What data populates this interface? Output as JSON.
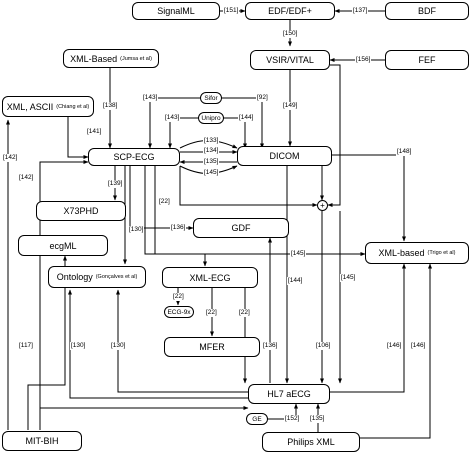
{
  "nodes": {
    "signalml": {
      "label": "SignalML"
    },
    "edf": {
      "label": "EDF/EDF+"
    },
    "bdf": {
      "label": "BDF"
    },
    "xml_based_jumsa": {
      "label": "XML-Based",
      "sub": "(Jumsa et al)"
    },
    "vsir": {
      "label": "VSIR/VITAL"
    },
    "fef": {
      "label": "FEF"
    },
    "xml_ascii": {
      "label": "XML, ASCII",
      "sub": "(Chiang et al)"
    },
    "sifor": {
      "label": "Sifor"
    },
    "unipro": {
      "label": "Unipro"
    },
    "scp_ecg": {
      "label": "SCP-ECG"
    },
    "dicom": {
      "label": "DICOM"
    },
    "x73phd": {
      "label": "X73PHD"
    },
    "ecgml": {
      "label": "ecgML"
    },
    "gdf": {
      "label": "GDF"
    },
    "xml_based_trigo": {
      "label": "XML-based",
      "sub": "(Trigo et al)"
    },
    "ontology": {
      "label": "Ontology",
      "sub": "(Gonçalves et al)"
    },
    "xml_ecg": {
      "label": "XML-ECG"
    },
    "ecg_9x": {
      "label": "ECG-9x"
    },
    "mfer": {
      "label": "MFER"
    },
    "hl7": {
      "label": "HL7 aECG"
    },
    "ge": {
      "label": "GE"
    },
    "mit_bih": {
      "label": "MIT-BIH"
    },
    "philips": {
      "label": "Philips XML"
    }
  },
  "junction": {
    "symbol": "+"
  },
  "edge_labels": {
    "e151": "[151]",
    "e137": "[137]",
    "e150": "[150]",
    "e156": "[156]",
    "e138": "[138]",
    "e143a": "[143]",
    "e92": "[92]",
    "e149": "[149]",
    "e141": "[141]",
    "e143b": "[143]",
    "e144a": "[144]",
    "e133": "[133]",
    "e134": "[134]",
    "e135": "[135]",
    "e145a": "[145]",
    "e148": "[148]",
    "e142a": "[142]",
    "e142b": "[142]",
    "e139": "[139]",
    "e22a": "[22]",
    "e136a": "[136]",
    "e130a": "[130]",
    "e145b": "[145]",
    "e22b": "[22]",
    "e22c": "[22]",
    "e22d": "[22]",
    "e144b": "[144]",
    "e145c": "[145]",
    "e117": "[117]",
    "e130b": "[130]",
    "e130c": "[130]",
    "e136b": "[136]",
    "e106": "[106]",
    "e146a": "[146]",
    "e146b": "[146]",
    "e152": "[152]",
    "e135b": "[135]"
  }
}
